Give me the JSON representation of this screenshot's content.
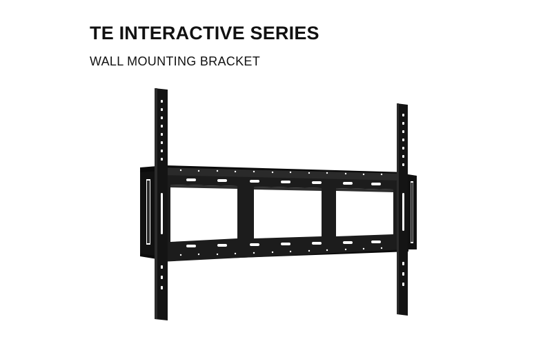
{
  "header": {
    "title": "TE INTERACTIVE SERIES",
    "subtitle": "WALL MOUNTING BRACKET"
  },
  "product_image": {
    "subject": "wall-mounting-bracket",
    "color": "#141414",
    "background": "#ffffff"
  }
}
